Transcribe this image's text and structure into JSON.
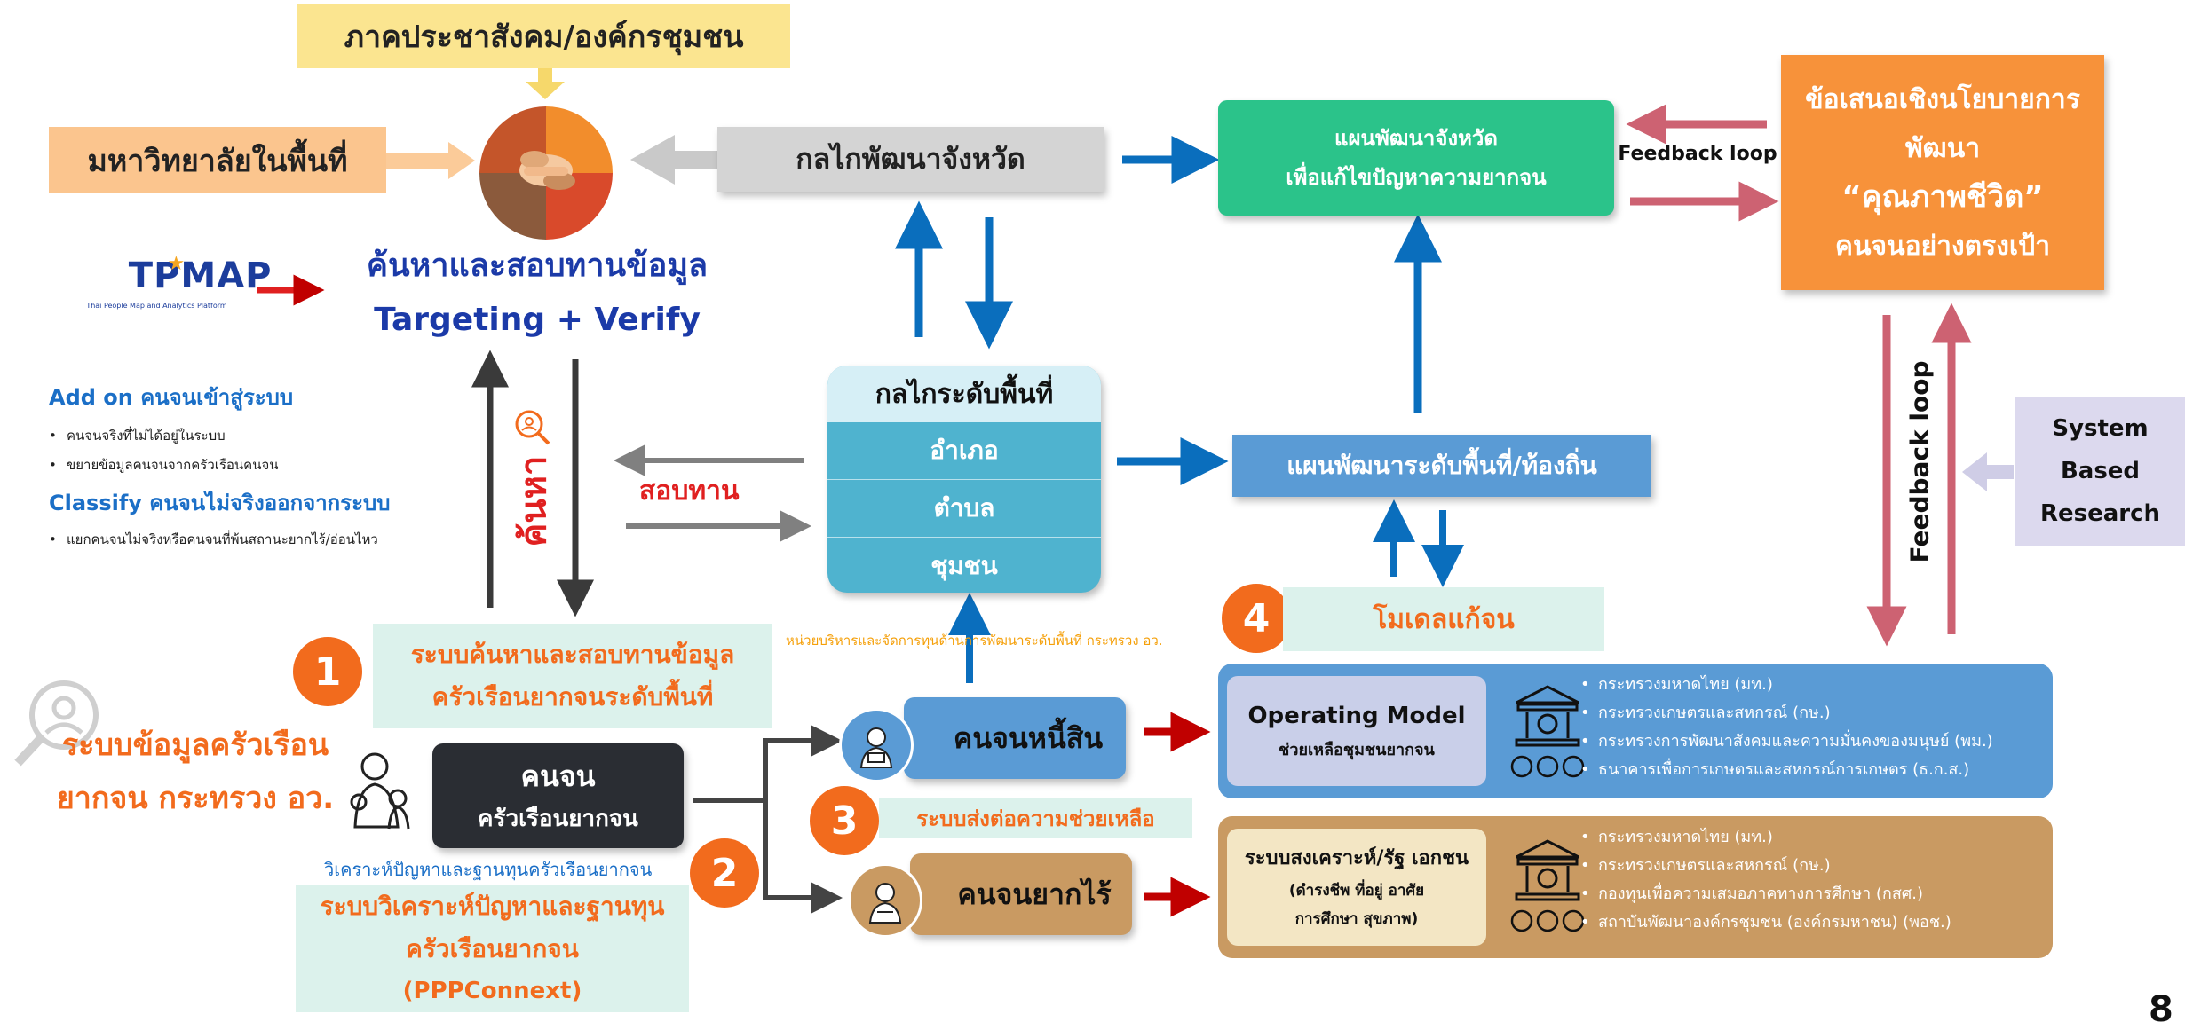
{
  "colors": {
    "orange": "#f26b1d",
    "red": "#e02020",
    "blue_text": "#1b3aa8",
    "arrow_blue": "#0a6ebd",
    "green": "#2bc38a",
    "orange_box": "#f7923a",
    "grey_box": "#d4d4d4",
    "teal": "#4fb3cf",
    "plan_blue": "#5a9bd5",
    "mint": "#dcf2ec",
    "dark_box": "#2a2d33",
    "brown": "#c99a62",
    "pink_arrow": "#cd6272"
  },
  "top": {
    "civil_society": "ภาคประชาสังคม/องค์กรชุมชน",
    "university": "มหาวิทยาลัยในพื้นที่",
    "provincial_mechanism": "กลไกพัฒนาจังหวัด",
    "provincial_plan_line1": "แผนพัฒนาจังหวัด",
    "provincial_plan_line2": "เพื่อแก้ไขปัญหาความยากจน",
    "feedback_loop_h": "Feedback loop",
    "policy_line1": "ข้อเสนอเชิงนโยบายการ",
    "policy_line2": "พัฒนา",
    "policy_line3": "“คุณภาพชีวิต”",
    "policy_line4": "คนจนอย่างตรงเป้า"
  },
  "tpmap": {
    "logo_text": "TPMAP",
    "subtitle": "Thai People Map and Analytics Platform"
  },
  "search_verify": {
    "title_th": "ค้นหาและสอบทานข้อมูล",
    "title_en": "Targeting + Verify",
    "search_vertical": "ค้นหา",
    "verify": "สอบทาน"
  },
  "add_on": {
    "heading": "Add on คนจนเข้าสู่ระบบ",
    "items": [
      "คนจนจริงที่ไม่ได้อยู่ในระบบ",
      "ขยายข้อมูลคนจนจากครัวเรือนคนจน"
    ],
    "classify_heading": "Classify คนจนไม่จริงออกจากระบบ",
    "classify_items": [
      "แยกคนจนไม่จริงหรือคนจนที่พ้นสถานะยากไร้/อ่อนไหว"
    ]
  },
  "area_mechanism": {
    "title": "กลไกระดับพื้นที่",
    "levels": [
      "อำเภอ",
      "ตำบล",
      "ชุมชน"
    ],
    "caption": "หน่วยบริหารและจัดการทุนด้านการพัฒนาระดับพื้นที่ กระทรวง อว."
  },
  "local_plan": "แผนพัฒนาระดับพื้นที่/ท้องถิ่น",
  "research": {
    "line1": "System",
    "line2": "Based",
    "line3": "Research",
    "feedback_loop_v": "Feedback loop"
  },
  "steps": {
    "n1": "1",
    "n2": "2",
    "n3": "3",
    "n4": "4",
    "s1_line1": "ระบบค้นหาและสอบทานข้อมูล",
    "s1_line2": "ครัวเรือนยากจนระดับพื้นที่",
    "s3": "ระบบส่งต่อความช่วยเหลือ",
    "s4": "โมเดลแก้จน"
  },
  "household_system": {
    "line1": "ระบบข้อมูลครัวเรือน",
    "line2": "ยากจน กระทรวง อว."
  },
  "poor": {
    "title": "คนจน",
    "subtitle": "ครัวเรือนยากจน",
    "analysis_caption": "วิเคราะห์ปัญหาและฐานทุนครัวเรือนยากจน",
    "analysis_line1": "ระบบวิเคราะห์ปัญหาและฐานทุน",
    "analysis_line2": "ครัวเรือนยากจน",
    "analysis_line3": "(PPPConnext)"
  },
  "debtor": "คนจนหนี้สิน",
  "destitute": "คนจนยากไร้",
  "operating_model": {
    "title": "Operating Model",
    "subtitle": "ช่วยเหลือชุมชนยากจน",
    "items": [
      "กระทรวงมหาดไทย (มท.)",
      "กระทรวงเกษตรและสหกรณ์ (กษ.)",
      "กระทรวงการพัฒนาสังคมและความมั่นคงของมนุษย์ (พม.)",
      "ธนาคารเพื่อการเกษตรและสหกรณ์การเกษตร (ธ.ก.ส.)"
    ]
  },
  "welfare": {
    "title": "ระบบสงเคราะห์/รัฐ เอกชน",
    "sub1": "(ดำรงชีพ ที่อยู่ อาศัย",
    "sub2": "การศึกษา สุขภาพ)",
    "items": [
      "กระทรวงมหาดไทย (มท.)",
      "กระทรวงเกษตรและสหกรณ์ (กษ.)",
      "กองทุนเพื่อความเสมอภาคทางการศึกษา (กสศ.)",
      "สถาบันพัฒนาองค์กรชุมชน (องค์กรมหาชน) (พอช.)"
    ]
  },
  "page_number": "8",
  "icons": [
    "hands-circle-icon",
    "magnifier-person-icon",
    "search-person-watermark-icon",
    "family-icon",
    "debtor-avatar-icon",
    "destitute-avatar-icon",
    "building-people-icon",
    "tpmap-star-icon"
  ]
}
